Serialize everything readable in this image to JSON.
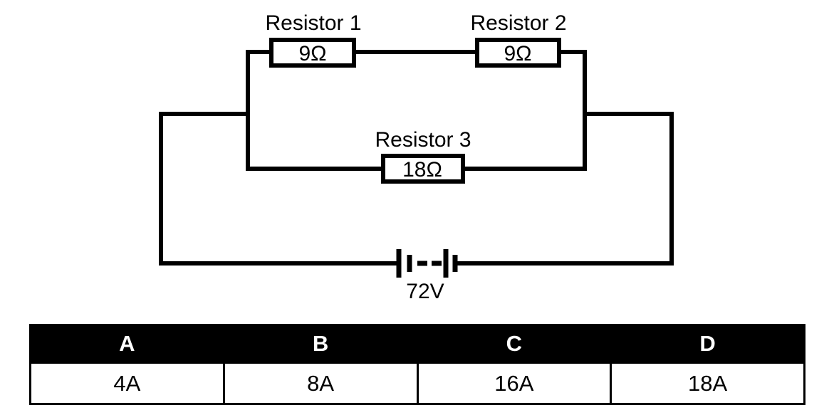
{
  "circuit": {
    "title": "parallel-series resistor circuit with battery",
    "branches": [
      {
        "id": "top",
        "components": [
          {
            "name": "Resistor 1",
            "value": "9Ω",
            "resistance_ohms": 9
          },
          {
            "name": "Resistor 2",
            "value": "9Ω",
            "resistance_ohms": 9
          }
        ]
      },
      {
        "id": "bottom",
        "components": [
          {
            "name": "Resistor 3",
            "value": "18Ω",
            "resistance_ohms": 18
          }
        ]
      }
    ],
    "resistor1": {
      "label": "Resistor 1",
      "value": "9Ω"
    },
    "resistor2": {
      "label": "Resistor 2",
      "value": "9Ω"
    },
    "resistor3": {
      "label": "Resistor 3",
      "value": "18Ω"
    },
    "battery": {
      "label": "72V",
      "voltage_volts": 72,
      "symbol": "two-cell-battery"
    },
    "line_color": "#000000",
    "background_color": "#ffffff"
  },
  "answers": {
    "headers": [
      "A",
      "B",
      "C",
      "D"
    ],
    "values": [
      "4A",
      "8A",
      "16A",
      "18A"
    ],
    "header_background": "#000000",
    "header_text_color": "#ffffff",
    "value_background": "#ffffff",
    "value_text_color": "#000000"
  }
}
